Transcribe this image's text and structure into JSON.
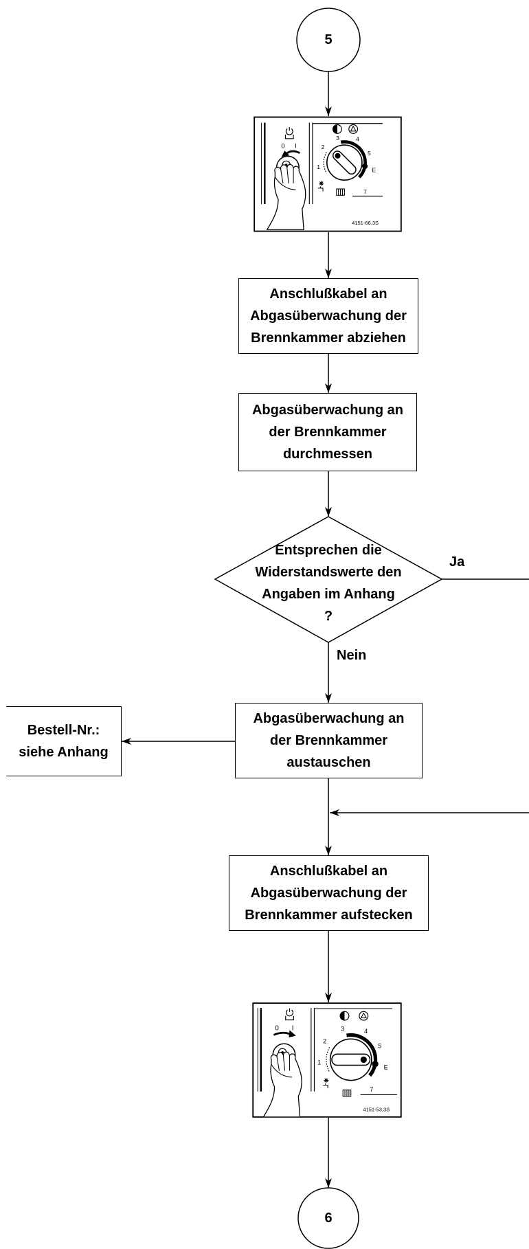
{
  "start_connector": "5",
  "end_connector": "6",
  "panel_before": {
    "switch_off": "0",
    "switch_on": "I",
    "dial": [
      "1",
      "2",
      "3",
      "4",
      "5",
      "E",
      "7"
    ],
    "drawing_code": "4151-66.3S"
  },
  "step_disconnect": [
    "Anschlußkabel an",
    "Abgasüberwachung der",
    "Brennkammer abziehen"
  ],
  "step_measure": [
    "Abgasüberwachung an",
    "der Brennkammer",
    "durchmessen"
  ],
  "decision": {
    "lines": [
      "Entsprechen die",
      "Widerstandswerte den",
      "Angaben im Anhang",
      "?"
    ],
    "yes_label": "Ja",
    "no_label": "Nein"
  },
  "step_replace": [
    "Abgasüberwachung an",
    "der Brennkammer",
    "austauschen"
  ],
  "order_note": [
    "Bestell-Nr.:",
    "siehe Anhang"
  ],
  "step_reconnect": [
    "Anschlußkabel an",
    "Abgasüberwachung der",
    "Brennkammer aufstecken"
  ],
  "panel_after": {
    "switch_off": "0",
    "switch_on": "I",
    "dial": [
      "1",
      "2",
      "3",
      "4",
      "5",
      "E",
      "7"
    ],
    "drawing_code": "4151-53,3S"
  },
  "colors": {
    "line": "#000000",
    "background": "#ffffff"
  }
}
